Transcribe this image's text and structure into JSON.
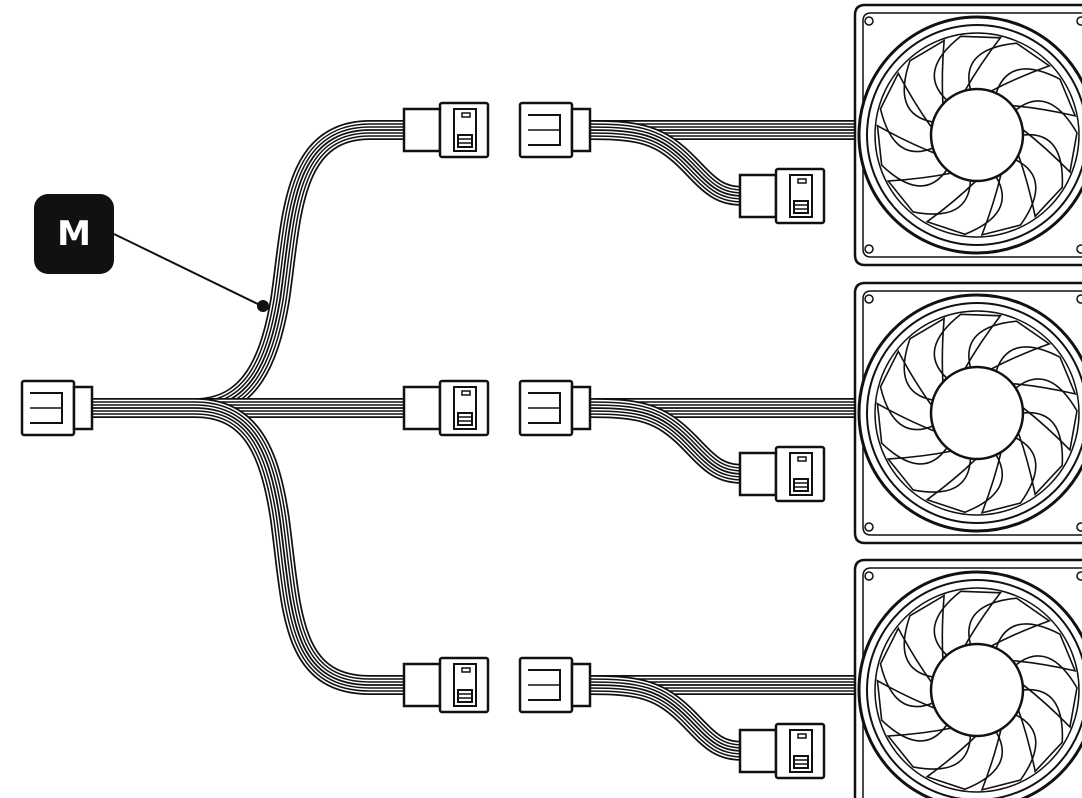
{
  "callout": {
    "label": "M",
    "badge_color": "#111111",
    "text_color": "#ffffff"
  },
  "parts": {
    "source_connector": "main-plug-icon",
    "splitter_cable": "three-way-splitter-cable",
    "branch_count": 3,
    "fan_count": 3,
    "fan_icon": "fan-icon"
  },
  "colors": {
    "line": "#111111",
    "background": "#ffffff"
  }
}
